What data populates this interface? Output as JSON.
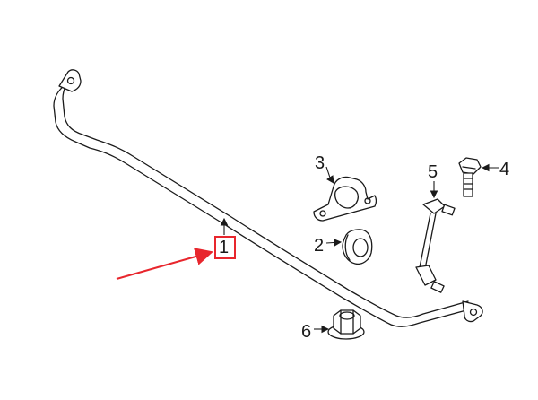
{
  "diagram": {
    "callouts": [
      {
        "id": "1",
        "label": "1"
      },
      {
        "id": "2",
        "label": "2"
      },
      {
        "id": "3",
        "label": "3"
      },
      {
        "id": "4",
        "label": "4"
      },
      {
        "id": "5",
        "label": "5"
      },
      {
        "id": "6",
        "label": "6"
      }
    ],
    "highlight": {
      "target_callout": "1",
      "box_color": "#e8262d",
      "arrow_color": "#e8262d"
    },
    "line_color": "#1a1a1a"
  }
}
